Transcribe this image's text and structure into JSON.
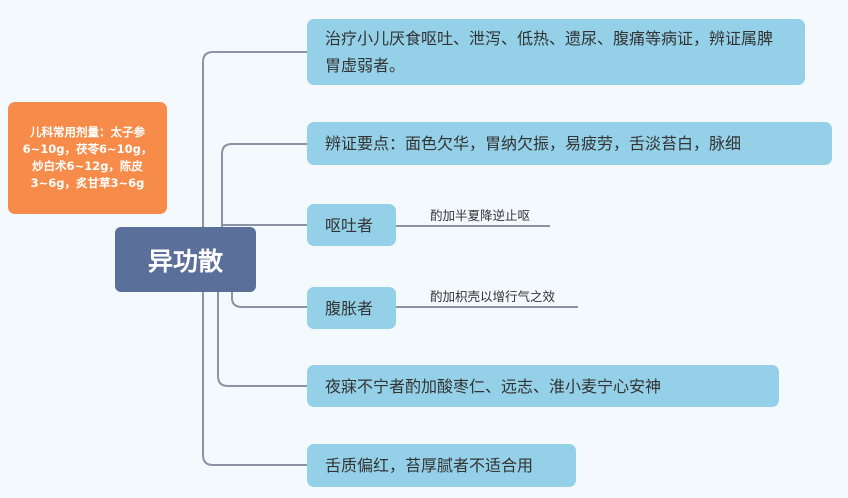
{
  "center": "异功散",
  "note": "儿科常用剂量：太子参6~10g，茯苓6~10g，炒白术6~12g，陈皮3~6g，炙甘草3~6g",
  "branches": [
    "治疗小儿厌食呕吐、泄泻、低热、遗尿、腹痛等病证，辨证属脾胃虚弱者。",
    "辨证要点：面色欠华，胃纳欠振，易疲劳，舌淡苔白，脉细",
    "呕吐者",
    "腹胀者",
    "夜寐不宁者酌加酸枣仁、远志、淮小麦宁心安神",
    "舌质偏红，苔厚腻者不适合用"
  ],
  "labels": [
    "酌加半夏降逆止呕",
    "酌加枳壳以增行气之效"
  ]
}
